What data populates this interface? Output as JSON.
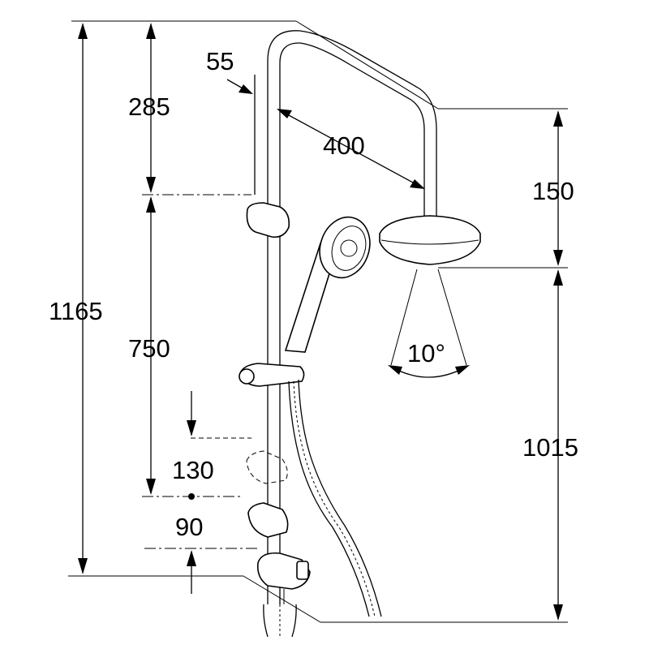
{
  "dimensions": {
    "total_height": "1165",
    "top_section": "285",
    "rail_thickness": "55",
    "arm_reach": "400",
    "head_drop": "150",
    "slide_range": "750",
    "angle": "10°",
    "lower_offset": "130",
    "connector_offset": "90",
    "head_height": "1015"
  },
  "icons": {
    "shower_head": "shower-head-icon",
    "hand_shower": "hand-shower-icon",
    "hose": "shower-hose-icon"
  }
}
